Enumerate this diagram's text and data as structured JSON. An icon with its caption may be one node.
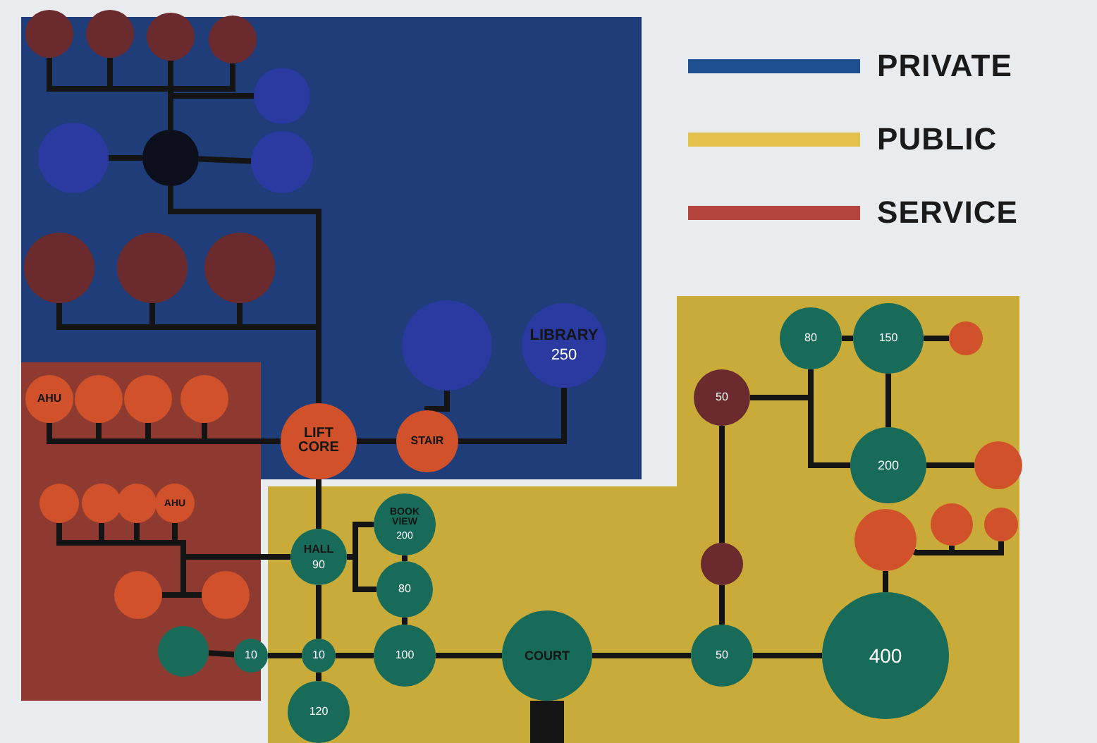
{
  "diagram": {
    "nodes": [
      {
        "text": [],
        "shape": "circle"
      },
      {
        "text": [],
        "shape": "circle"
      },
      {
        "text": [],
        "shape": "circle"
      },
      {
        "text": [],
        "shape": "circle"
      },
      {
        "text": [],
        "shape": "circle"
      },
      {
        "text": [],
        "shape": "circle"
      },
      {
        "text": [],
        "shape": "circle"
      },
      {
        "text": [],
        "shape": "circle"
      },
      {
        "text": [],
        "shape": "circle"
      },
      {
        "text": [],
        "shape": "circle"
      },
      {
        "text": [],
        "shape": "circle"
      },
      {
        "text": [],
        "shape": "circle"
      },
      {
        "text": [
          "LIBRARY",
          "250"
        ]
      },
      {
        "text": [
          "LIFT CORE"
        ]
      },
      {
        "text": [
          "STAIR"
        ]
      },
      {
        "text": [
          "AHU"
        ]
      },
      {
        "text": [],
        "shape": "circle"
      },
      {
        "text": [],
        "shape": "circle"
      },
      {
        "text": [],
        "shape": "circle"
      },
      {
        "text": [],
        "shape": "circle"
      },
      {
        "text": [],
        "shape": "circle"
      },
      {
        "text": [],
        "shape": "circle"
      },
      {
        "text": [
          "AHU"
        ]
      },
      {
        "text": [],
        "shape": "circle"
      },
      {
        "text": [],
        "shape": "circle"
      },
      {
        "text": [],
        "shape": "circle"
      },
      {
        "text": [
          "10"
        ]
      },
      {
        "text": [
          "HALL",
          "90"
        ]
      },
      {
        "text": [
          "BOOK VIEW",
          "200"
        ]
      },
      {
        "text": [
          "80"
        ]
      },
      {
        "text": [
          "10"
        ]
      },
      {
        "text": [
          "100"
        ]
      },
      {
        "text": [
          "120"
        ]
      },
      {
        "text": [
          "COURT"
        ]
      },
      {
        "text": [
          "50"
        ]
      },
      {
        "text": [
          "400"
        ]
      },
      {
        "text": [],
        "shape": "circle"
      },
      {
        "text": [
          "50"
        ]
      },
      {
        "text": [
          "80"
        ]
      },
      {
        "text": [
          "150"
        ]
      },
      {
        "text": [],
        "shape": "circle"
      },
      {
        "text": [
          "200"
        ]
      },
      {
        "text": [],
        "shape": "circle"
      },
      {
        "text": [],
        "shape": "circle"
      },
      {
        "text": [],
        "shape": "circle"
      },
      {
        "text": [],
        "shape": "circle"
      }
    ],
    "edges": [
      {
        "from": 0,
        "to": 6,
        "arrow": "none"
      },
      {
        "from": 1,
        "to": 6,
        "arrow": "none"
      },
      {
        "from": 2,
        "to": 6,
        "arrow": "none"
      },
      {
        "from": 3,
        "to": 6,
        "arrow": "none"
      },
      {
        "from": 4,
        "to": 6,
        "arrow": "none"
      },
      {
        "from": 5,
        "to": 6,
        "arrow": "none"
      },
      {
        "from": 7,
        "to": 6,
        "arrow": "none"
      },
      {
        "from": 6,
        "to": 13,
        "arrow": "none"
      },
      {
        "from": 8,
        "to": 13,
        "arrow": "none"
      },
      {
        "from": 9,
        "to": 13,
        "arrow": "none"
      },
      {
        "from": 10,
        "to": 13,
        "arrow": "none"
      },
      {
        "from": 11,
        "to": 14,
        "arrow": "none"
      },
      {
        "from": 12,
        "to": 14,
        "arrow": "none"
      },
      {
        "from": 13,
        "to": 14,
        "arrow": "none"
      },
      {
        "from": 15,
        "to": 13,
        "arrow": "none"
      },
      {
        "from": 16,
        "to": 13,
        "arrow": "none"
      },
      {
        "from": 17,
        "to": 13,
        "arrow": "none"
      },
      {
        "from": 18,
        "to": 13,
        "arrow": "none"
      },
      {
        "from": 19,
        "to": 27,
        "arrow": "none"
      },
      {
        "from": 20,
        "to": 27,
        "arrow": "none"
      },
      {
        "from": 21,
        "to": 27,
        "arrow": "none"
      },
      {
        "from": 22,
        "to": 27,
        "arrow": "none"
      },
      {
        "from": 23,
        "to": 27,
        "arrow": "none"
      },
      {
        "from": 24,
        "to": 27,
        "arrow": "none"
      },
      {
        "from": 13,
        "to": 27,
        "arrow": "none"
      },
      {
        "from": 27,
        "to": 28,
        "arrow": "none"
      },
      {
        "from": 27,
        "to": 29,
        "arrow": "none"
      },
      {
        "from": 28,
        "to": 29,
        "arrow": "none"
      },
      {
        "from": 29,
        "to": 31,
        "arrow": "none"
      },
      {
        "from": 27,
        "to": 30,
        "arrow": "none"
      },
      {
        "from": 30,
        "to": 32,
        "arrow": "none"
      },
      {
        "from": 25,
        "to": 26,
        "arrow": "none"
      },
      {
        "from": 26,
        "to": 30,
        "arrow": "none"
      },
      {
        "from": 30,
        "to": 31,
        "arrow": "none"
      },
      {
        "from": 31,
        "to": 33,
        "arrow": "none"
      },
      {
        "from": 33,
        "to": 34,
        "arrow": "none"
      },
      {
        "from": 34,
        "to": 35,
        "arrow": "none"
      },
      {
        "from": 34,
        "to": 36,
        "arrow": "none"
      },
      {
        "from": 36,
        "to": 37,
        "arrow": "none"
      },
      {
        "from": 37,
        "to": 38,
        "arrow": "none"
      },
      {
        "from": 38,
        "to": 41,
        "arrow": "none"
      },
      {
        "from": 38,
        "to": 39,
        "arrow": "none"
      },
      {
        "from": 39,
        "to": 41,
        "arrow": "none"
      },
      {
        "from": 39,
        "to": 40,
        "arrow": "none"
      },
      {
        "from": 41,
        "to": 42,
        "arrow": "none"
      },
      {
        "from": 43,
        "to": 35,
        "arrow": "none"
      },
      {
        "from": 43,
        "to": 44,
        "arrow": "none"
      },
      {
        "from": 43,
        "to": 45,
        "arrow": "none"
      },
      {
        "from": 33,
        "to": null,
        "arrow": "none",
        "style": "thick"
      }
    ],
    "legend": [
      {
        "text": "PRIVATE",
        "color": "#1e4f8f"
      },
      {
        "text": "PUBLIC",
        "color": "#e3c04a"
      },
      {
        "text": "SERVICE",
        "color": "#b5443e"
      }
    ]
  }
}
